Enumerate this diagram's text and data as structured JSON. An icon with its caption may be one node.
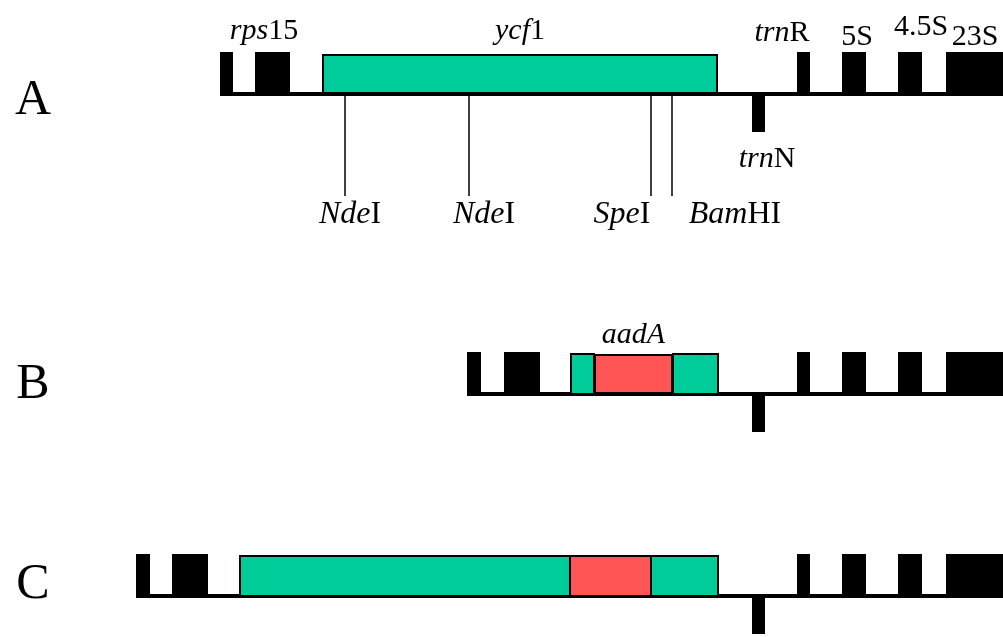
{
  "diagram": {
    "nodes": [
      {
        "text": [
          "ycf1"
        ]
      },
      {
        "text": [
          "NdeI"
        ]
      },
      {
        "text": [
          "NdeI"
        ]
      },
      {
        "text": [
          "SpeI"
        ]
      },
      {
        "text": [
          "BamHI"
        ]
      },
      {
        "text": [
          "*aadA*"
        ]
      }
    ],
    "edges": [
      {
        "from": 1,
        "to": 0,
        "arrow": "none"
      },
      {
        "from": 2,
        "to": 0,
        "arrow": "none"
      },
      {
        "from": 3,
        "to": 0,
        "arrow": "none"
      },
      {
        "from": 4,
        "to": 0,
        "arrow": "none"
      }
    ],
    "labels": [
      "A",
      "rps15",
      "trnR",
      "5S",
      "4.5S",
      "23S",
      "trnN",
      "B",
      "C"
    ]
  }
}
